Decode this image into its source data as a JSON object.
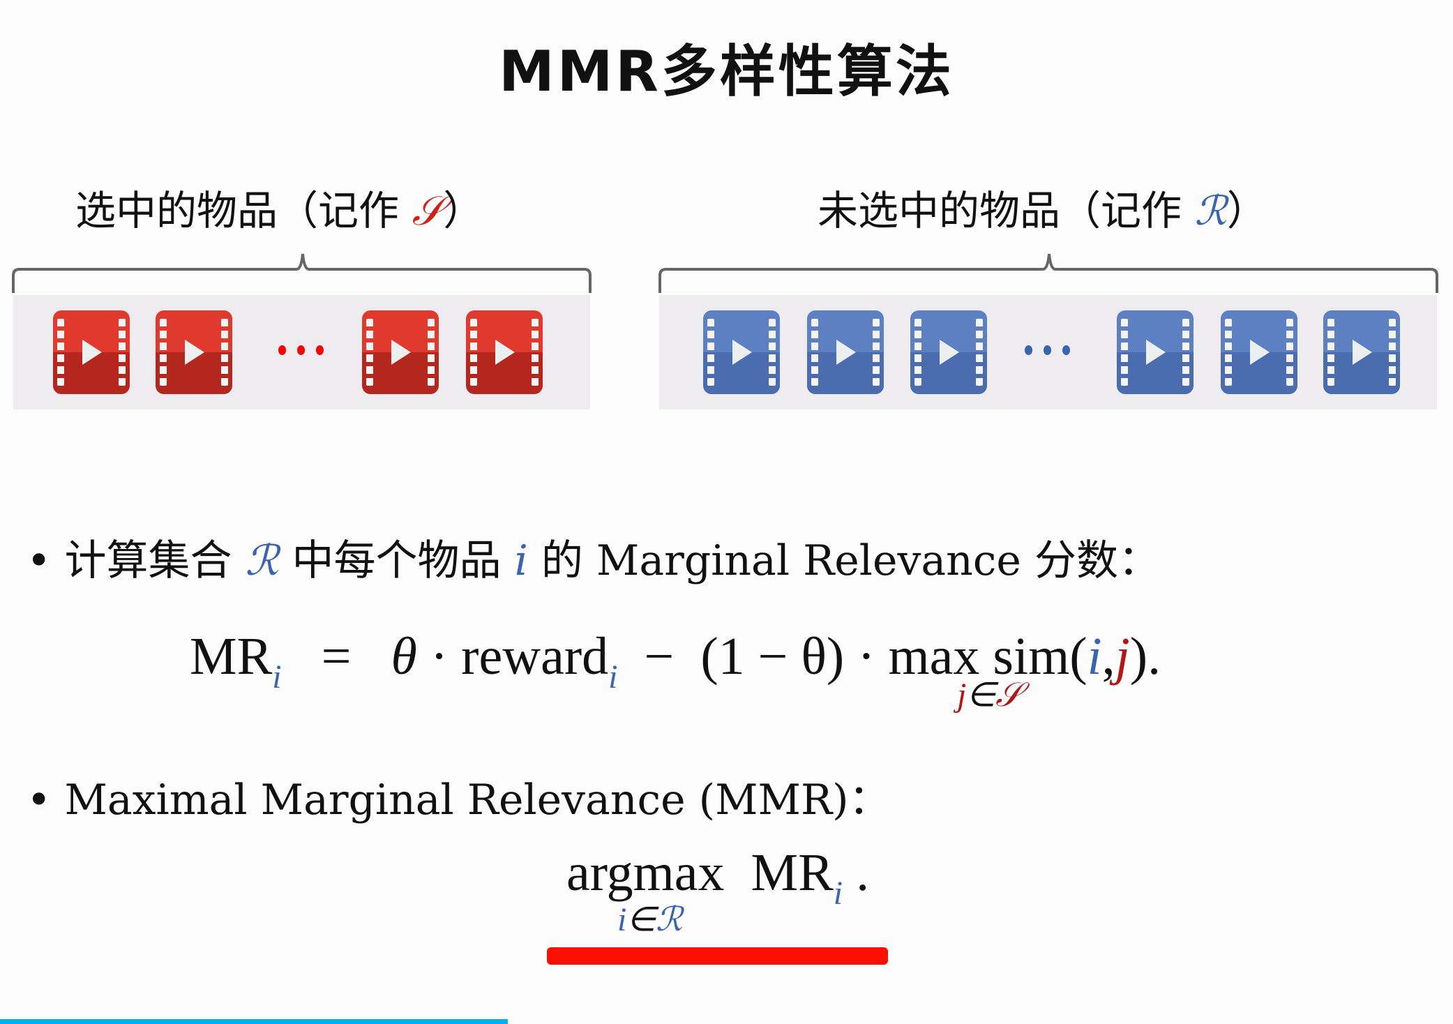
{
  "title": "MMR多样性算法",
  "selected": {
    "label": "选中的物品（记作 ",
    "symbol": "𝒮",
    "close": "）",
    "color": "#d0201a"
  },
  "unselected": {
    "label": "未选中的物品（记作 ",
    "symbol": "ℛ",
    "close": "）",
    "color": "#3a64b0"
  },
  "bullet1": {
    "bullet": "•",
    "t1": "计算集合 ",
    "R": "ℛ",
    "t2": " 中每个物品 ",
    "i": "i",
    "t3": " 的 Marginal Relevance 分数："
  },
  "formula1": {
    "lhs": "MR",
    "i": "i",
    "eq": "=",
    "theta": "θ",
    "dot": "·",
    "reward": "reward",
    "minus": "−",
    "paren": "(1 − θ)",
    "max": "max",
    "under_j": "j",
    "under_in": "∈",
    "under_S": "𝒮",
    "sim": "sim(",
    "ci": "i",
    ",": ",",
    "cj": "j",
    "close": ")",
    "period": "."
  },
  "bullet2": {
    "bullet": "•",
    "text": "Maximal Marginal Relevance (MMR)："
  },
  "formula2": {
    "argmax": "argmax",
    "MR": "MR",
    "i": "i",
    "period": ".",
    "under_i": "i",
    "under_in": "∈",
    "under_R": "ℛ"
  },
  "colors": {
    "highlight": "#fb0f00",
    "progress": "#00b0ef",
    "blue": "#3a64b0",
    "red": "#b01818"
  }
}
